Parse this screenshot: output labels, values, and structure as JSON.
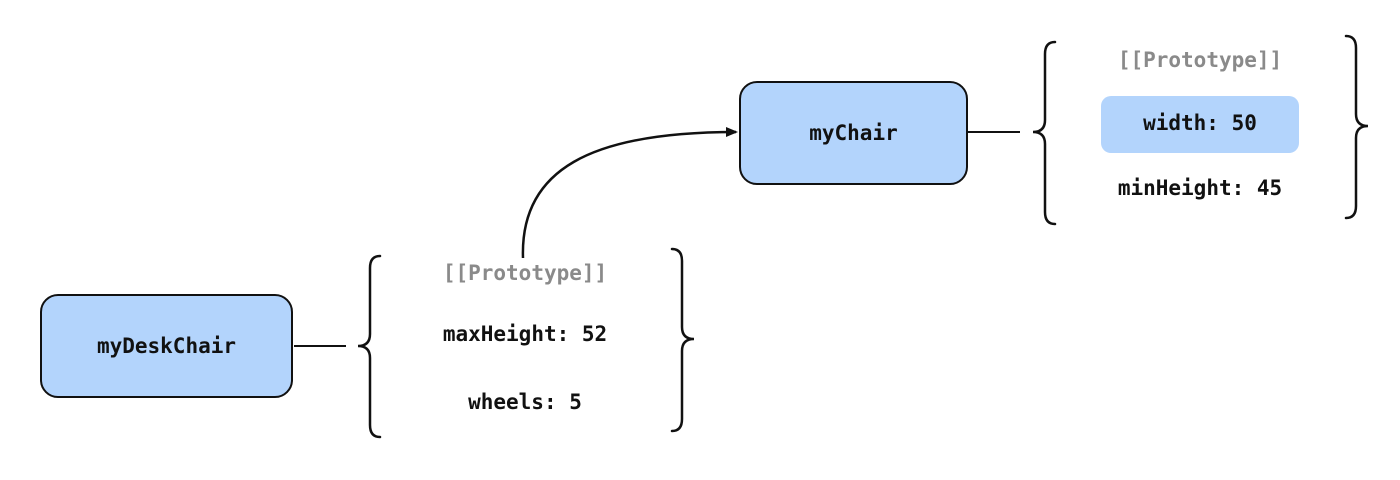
{
  "nodes": {
    "my_chair": {
      "label": "myChair"
    },
    "my_desk_chair": {
      "label": "myDeskChair"
    }
  },
  "my_chair_object": {
    "proto_label": "[[Prototype]]",
    "properties": [
      "width: 50",
      "minHeight: 45"
    ],
    "highlighted_property": "width: 50"
  },
  "my_desk_chair_object": {
    "proto_label": "[[Prototype]]",
    "properties": [
      "maxHeight: 52",
      "wheels: 5"
    ]
  },
  "colors": {
    "node_fill": "#b3d4fc",
    "stroke": "#111111",
    "proto_text": "#8a8a8a"
  }
}
